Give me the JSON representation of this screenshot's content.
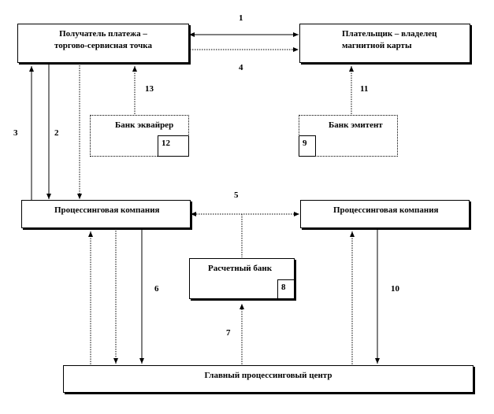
{
  "boxes": {
    "recipient": {
      "line1": "Получатель платежа –",
      "line2": "торгово-сервисная точка"
    },
    "payer": {
      "line1": "Плательщик – владелец",
      "line2": "магнитной карты"
    },
    "acquirer": {
      "label": "Банк эквайрер",
      "badge": "12"
    },
    "issuer": {
      "label": "Банк эмитент",
      "badge": "9"
    },
    "processing_left": {
      "label": "Процессинговая компания"
    },
    "processing_right": {
      "label": "Процессинговая компания"
    },
    "settlement": {
      "label": "Расчетный банк",
      "badge": "8"
    },
    "main_center": {
      "label": "Главный процессинговый центр"
    }
  },
  "flows": {
    "f1": "1",
    "f2": "2",
    "f3": "3",
    "f4": "4",
    "f5": "5",
    "f6": "6",
    "f7": "7",
    "f10": "10",
    "f11": "11",
    "f13": "13"
  }
}
